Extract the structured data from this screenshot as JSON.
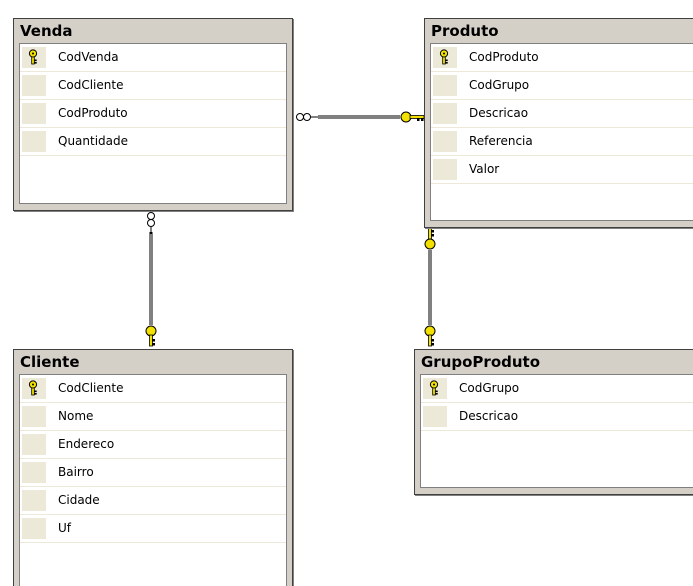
{
  "tables": {
    "venda": {
      "title": "Venda",
      "columns": [
        {
          "name": "CodVenda",
          "pk": true
        },
        {
          "name": "CodCliente",
          "pk": false
        },
        {
          "name": "CodProduto",
          "pk": false
        },
        {
          "name": "Quantidade",
          "pk": false
        }
      ]
    },
    "produto": {
      "title": "Produto",
      "columns": [
        {
          "name": "CodProduto",
          "pk": true
        },
        {
          "name": "CodGrupo",
          "pk": false
        },
        {
          "name": "Descricao",
          "pk": false
        },
        {
          "name": "Referencia",
          "pk": false
        },
        {
          "name": "Valor",
          "pk": false
        }
      ]
    },
    "cliente": {
      "title": "Cliente",
      "columns": [
        {
          "name": "CodCliente",
          "pk": true
        },
        {
          "name": "Nome",
          "pk": false
        },
        {
          "name": "Endereco",
          "pk": false
        },
        {
          "name": "Bairro",
          "pk": false
        },
        {
          "name": "Cidade",
          "pk": false
        },
        {
          "name": "Uf",
          "pk": false
        }
      ]
    },
    "grupoproduto": {
      "title": "GrupoProduto",
      "columns": [
        {
          "name": "CodGrupo",
          "pk": true
        },
        {
          "name": "Descricao",
          "pk": false
        }
      ]
    }
  },
  "relationships": [
    {
      "from": "venda",
      "to": "produto",
      "from_end": "infinity",
      "to_end": "key"
    },
    {
      "from": "venda",
      "to": "cliente",
      "from_end": "infinity",
      "to_end": "key"
    },
    {
      "from": "produto",
      "to": "grupoproduto",
      "from_end": "key",
      "to_end": "key"
    }
  ],
  "colors": {
    "key": "#f2e000",
    "table_bg": "#d4d0c8",
    "grid_bg": "#ffffff"
  }
}
